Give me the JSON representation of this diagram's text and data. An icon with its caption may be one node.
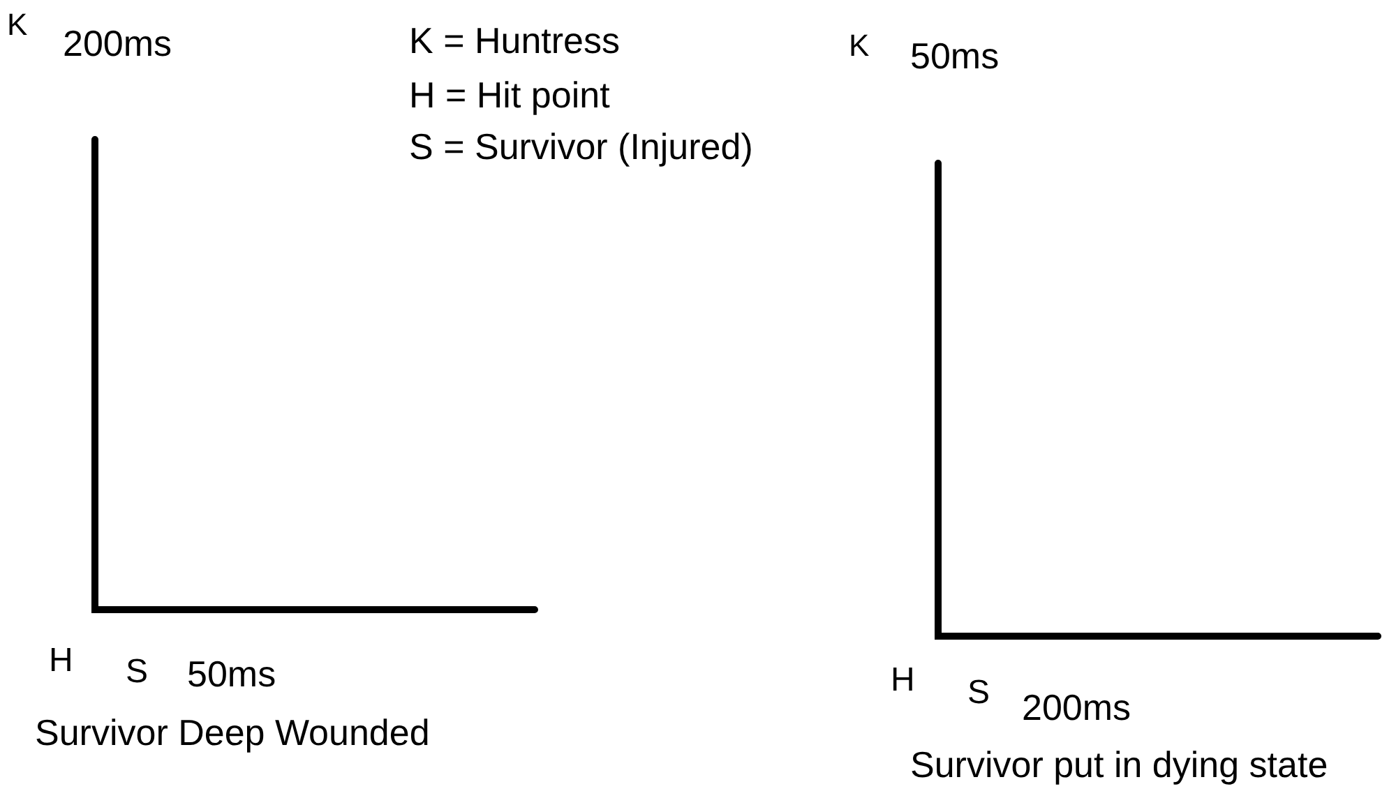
{
  "diagram": {
    "labels": [
      "K",
      "200ms",
      "K = Huntress",
      "H = Hit point",
      "S = Survivor (Injured)",
      "K",
      "50ms",
      "H",
      "S",
      "50ms",
      "Survivor Deep Wounded",
      "H",
      "S",
      "200ms",
      "Survivor put in dying state"
    ]
  }
}
